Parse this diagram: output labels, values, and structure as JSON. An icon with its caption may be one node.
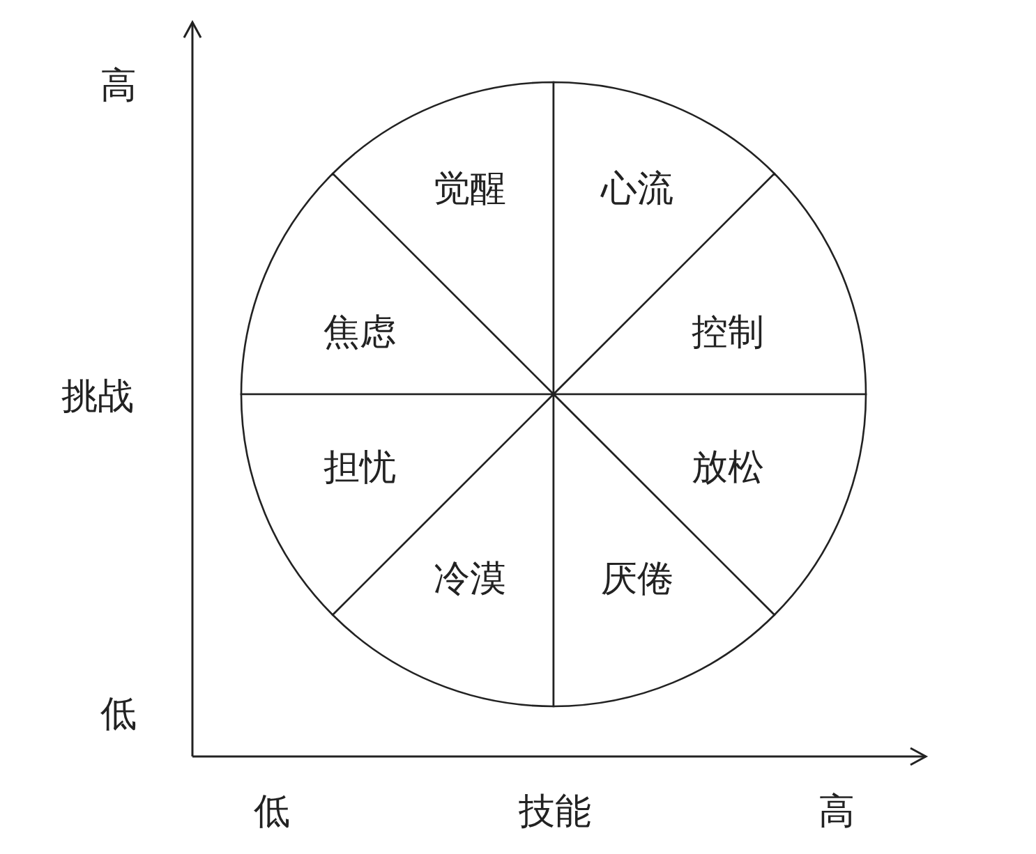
{
  "diagram": {
    "nodes": [
      {
        "text": [
          "觉醒"
        ]
      },
      {
        "text": [
          "心流"
        ]
      },
      {
        "text": [
          "焦虑"
        ]
      },
      {
        "text": [
          "控制"
        ]
      },
      {
        "text": [
          "担忧"
        ]
      },
      {
        "text": [
          "放松"
        ]
      },
      {
        "text": [
          "冷漠"
        ]
      },
      {
        "text": [
          "厌倦"
        ]
      }
    ],
    "edges": [],
    "labels": [
      "高",
      "挑战",
      "低",
      "低",
      "技能",
      "高"
    ]
  }
}
